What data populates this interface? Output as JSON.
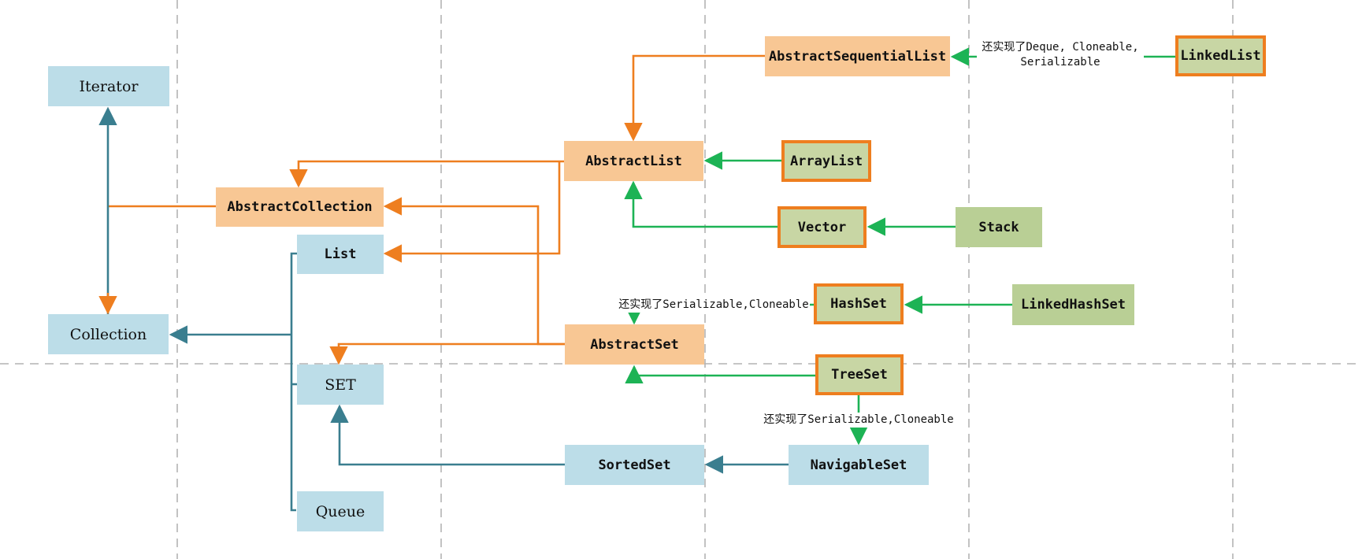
{
  "diagram": {
    "subject": "Java collection framework class hierarchy",
    "language_note": "labels on arrows are Chinese + code identifiers"
  },
  "colors": {
    "interface_fill": "#bcdde8",
    "abstract_class_fill": "#f8c794",
    "concrete_class_fill": "#b9cf95",
    "highlighted_class_fill": "#c8d6a4",
    "highlight_border": "#ee7e1f",
    "line_orange": "#ee7e1f",
    "line_green": "#1db355",
    "line_teal": "#3a7e8f",
    "grid_line": "#b4b4b4",
    "text": "#111111",
    "background": "#ffffff"
  },
  "nodes": {
    "iterator": {
      "label": "Iterator",
      "kind": "interface"
    },
    "collection": {
      "label": "Collection",
      "kind": "interface"
    },
    "list": {
      "label": "List",
      "kind": "interface"
    },
    "set": {
      "label": "SET",
      "kind": "interface"
    },
    "queue": {
      "label": "Queue",
      "kind": "interface"
    },
    "sortedset": {
      "label": "SortedSet",
      "kind": "interface"
    },
    "navigableset": {
      "label": "NavigableSet",
      "kind": "interface"
    },
    "abstractcollection": {
      "label": "AbstractCollection",
      "kind": "abstract-class"
    },
    "abstractlist": {
      "label": "AbstractList",
      "kind": "abstract-class"
    },
    "abstractsequentiallist": {
      "label": "AbstractSequentialList",
      "kind": "abstract-class"
    },
    "abstractset": {
      "label": "AbstractSet",
      "kind": "abstract-class"
    },
    "linkedlist": {
      "label": "LinkedList",
      "kind": "class-highlighted"
    },
    "arraylist": {
      "label": "ArrayList",
      "kind": "class-highlighted"
    },
    "vector": {
      "label": "Vector",
      "kind": "class-highlighted"
    },
    "hashset": {
      "label": "HashSet",
      "kind": "class-highlighted"
    },
    "treeset": {
      "label": "TreeSet",
      "kind": "class-highlighted"
    },
    "stack": {
      "label": "Stack",
      "kind": "class"
    },
    "linkedhashset": {
      "label": "LinkedHashSet",
      "kind": "class"
    }
  },
  "annotations": {
    "linkedlist_note_line1": "还实现了Deque, Cloneable,",
    "linkedlist_note_line2": "Serializable",
    "hashset_note": "还实现了Serializable,Cloneable",
    "treeset_note": "还实现了Serializable,Cloneable"
  },
  "edges": [
    {
      "from": "AbstractCollection",
      "to": "Collection",
      "color": "orange"
    },
    {
      "from": "Collection",
      "to": "Iterator",
      "color": "teal"
    },
    {
      "from": "List",
      "to": "Collection",
      "color": "teal"
    },
    {
      "from": "SET",
      "to": "Collection",
      "color": "teal"
    },
    {
      "from": "Queue",
      "to": "Collection",
      "color": "teal"
    },
    {
      "from": "AbstractList",
      "to": "AbstractCollection",
      "color": "orange"
    },
    {
      "from": "AbstractList",
      "to": "List",
      "color": "orange"
    },
    {
      "from": "AbstractSequentialList",
      "to": "AbstractList",
      "color": "orange"
    },
    {
      "from": "AbstractSet",
      "to": "AbstractCollection",
      "color": "orange"
    },
    {
      "from": "AbstractSet",
      "to": "SET",
      "color": "orange"
    },
    {
      "from": "LinkedList",
      "to": "AbstractSequentialList",
      "color": "green",
      "label": "还实现了Deque, Cloneable, Serializable"
    },
    {
      "from": "ArrayList",
      "to": "AbstractList",
      "color": "green"
    },
    {
      "from": "Vector",
      "to": "AbstractList",
      "color": "green"
    },
    {
      "from": "Stack",
      "to": "Vector",
      "color": "green"
    },
    {
      "from": "HashSet",
      "to": "AbstractSet",
      "color": "green",
      "label": "还实现了Serializable,Cloneable"
    },
    {
      "from": "LinkedHashSet",
      "to": "HashSet",
      "color": "green"
    },
    {
      "from": "TreeSet",
      "to": "AbstractSet",
      "color": "green"
    },
    {
      "from": "TreeSet",
      "to": "NavigableSet",
      "color": "green",
      "label": "还实现了Serializable,Cloneable"
    },
    {
      "from": "NavigableSet",
      "to": "SortedSet",
      "color": "teal"
    },
    {
      "from": "SortedSet",
      "to": "SET",
      "color": "teal"
    }
  ]
}
